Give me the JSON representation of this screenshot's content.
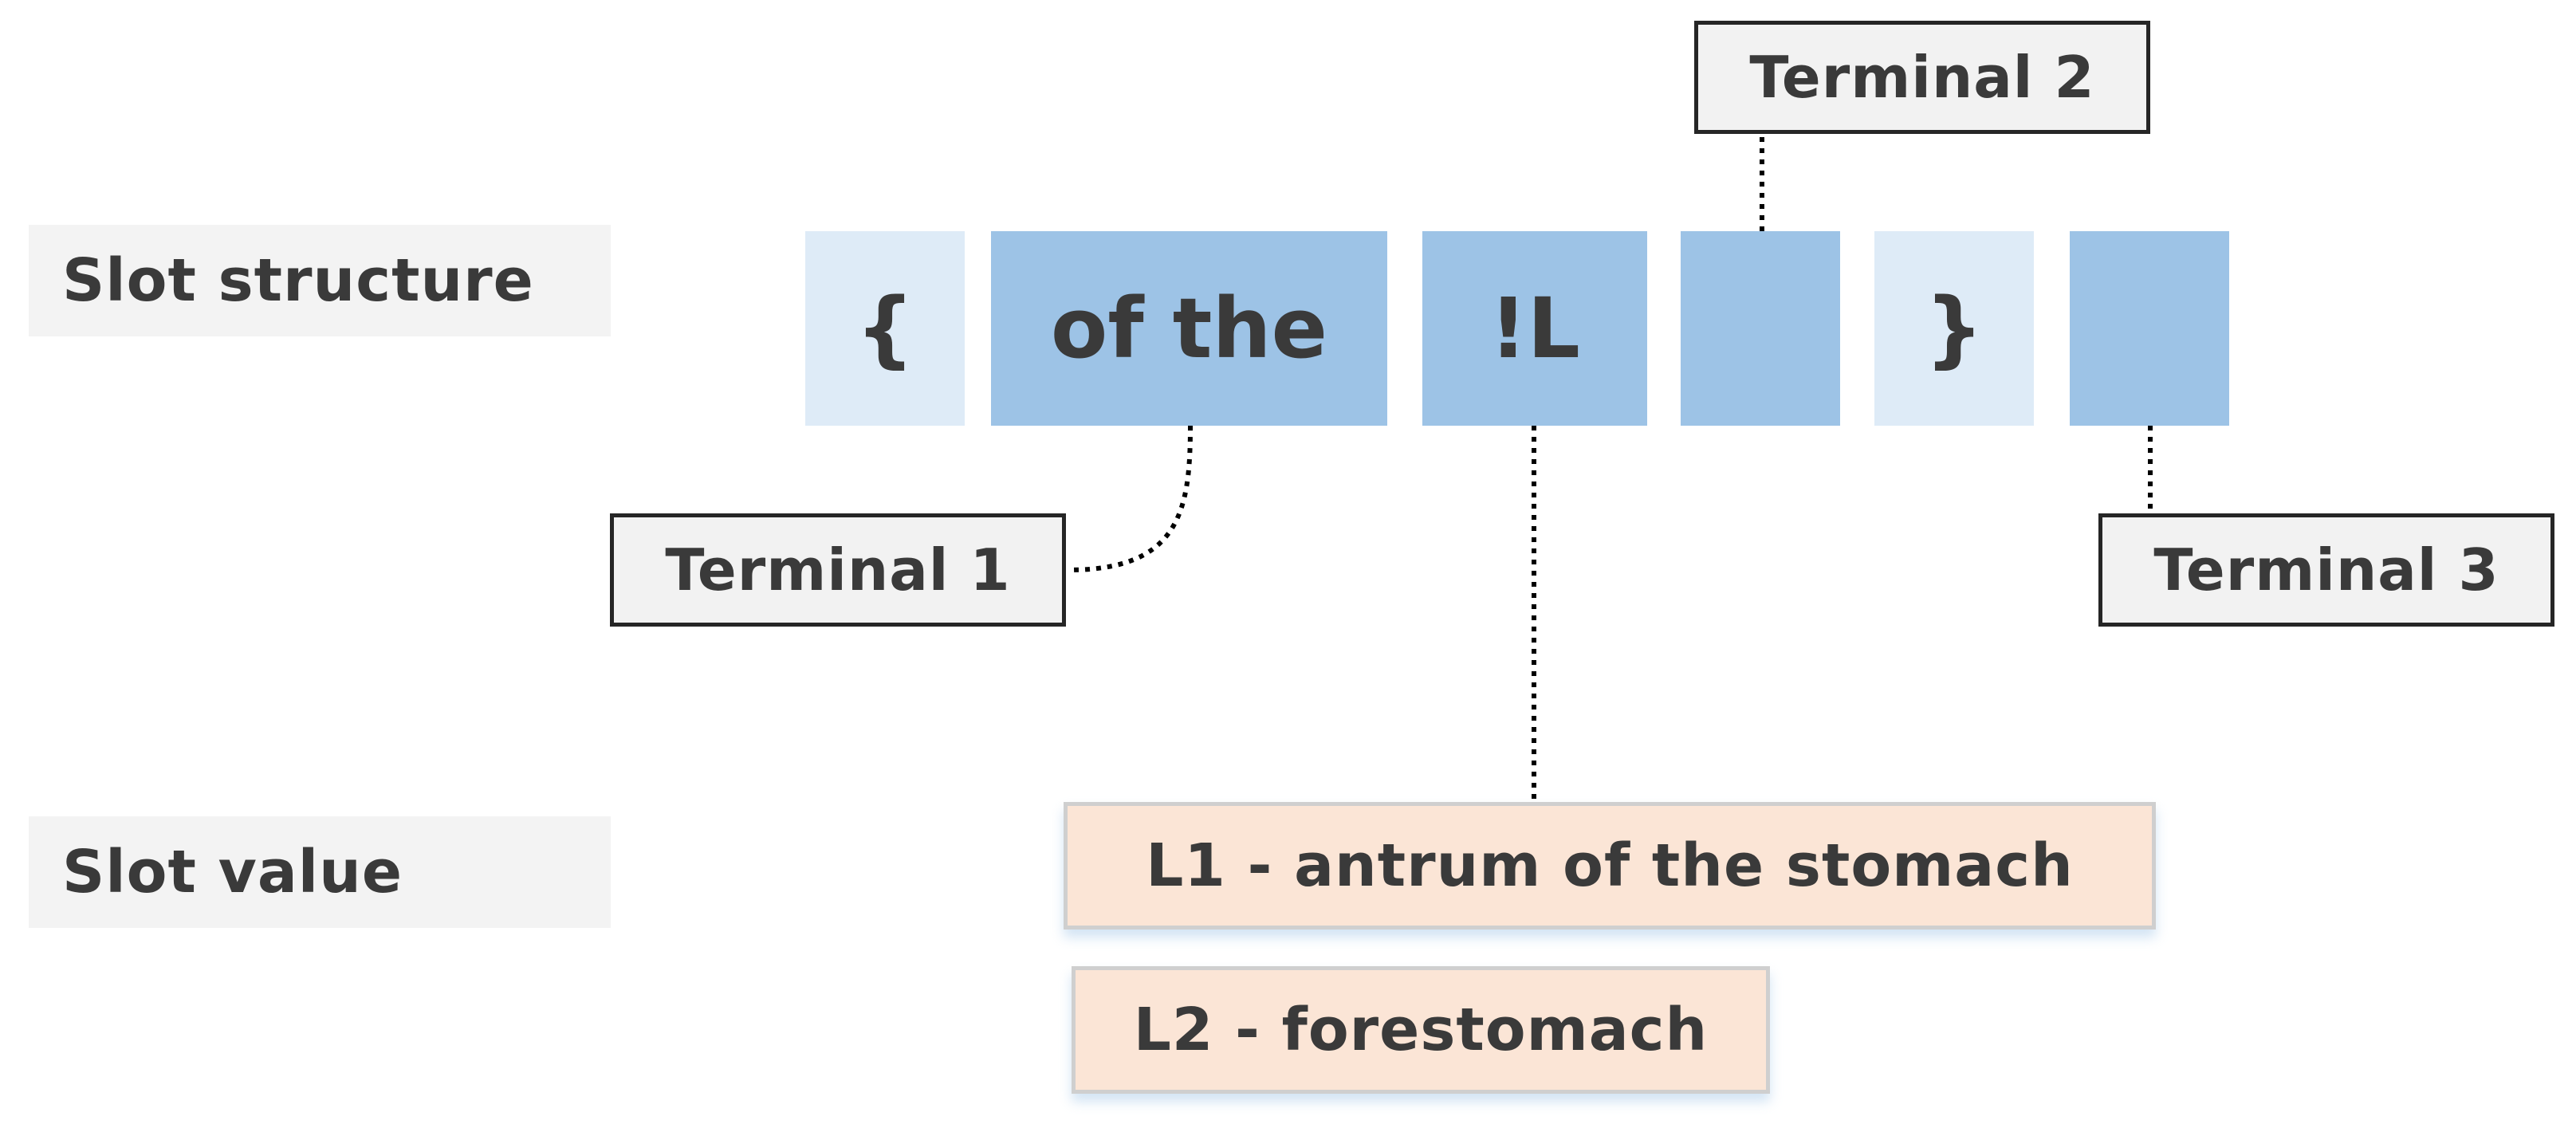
{
  "rows": {
    "structure_label": "Slot structure",
    "value_label": "Slot value"
  },
  "slots": [
    {
      "text": "{",
      "shade": "light"
    },
    {
      "text": "of the",
      "shade": "dark"
    },
    {
      "text": "!L",
      "shade": "dark"
    },
    {
      "text": "",
      "shade": "dark"
    },
    {
      "text": "}",
      "shade": "light"
    },
    {
      "text": "",
      "shade": "dark"
    }
  ],
  "terminals": {
    "t1": "Terminal 1",
    "t2": "Terminal 2",
    "t3": "Terminal 3"
  },
  "values": {
    "l1": "L1 - antrum of the stomach",
    "l2": "L2 - forestomach"
  },
  "colors": {
    "slot_light": "#deebf7",
    "slot_dark": "#9dc3e6",
    "value_fill": "#fbe5d6",
    "terminal_fill": "#f2f2f2",
    "label_fill": "#f3f3f3",
    "text": "#3a3a3a"
  }
}
